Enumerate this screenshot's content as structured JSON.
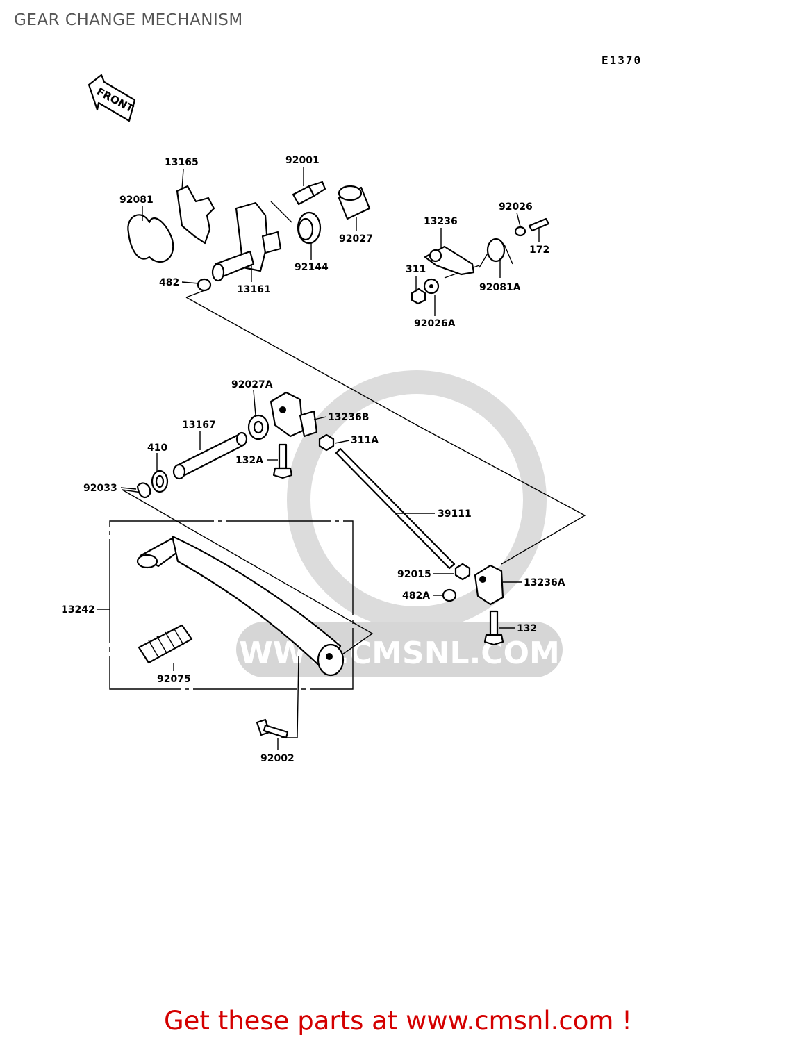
{
  "title": "GEAR CHANGE MECHANISM",
  "diagram_code": "E1370",
  "front_label": "FRONT",
  "watermark": "WWW.CMSNL.COM",
  "footer": "Get these parts at www.cmsnl.com !",
  "parts": [
    {
      "id": "92081"
    },
    {
      "id": "13165"
    },
    {
      "id": "92001"
    },
    {
      "id": "92027"
    },
    {
      "id": "13236"
    },
    {
      "id": "92026"
    },
    {
      "id": "172"
    },
    {
      "id": "311"
    },
    {
      "id": "92081A"
    },
    {
      "id": "92026A"
    },
    {
      "id": "92144"
    },
    {
      "id": "482"
    },
    {
      "id": "13161"
    },
    {
      "id": "92027A"
    },
    {
      "id": "13236B"
    },
    {
      "id": "13167"
    },
    {
      "id": "311A"
    },
    {
      "id": "410"
    },
    {
      "id": "132A"
    },
    {
      "id": "92033"
    },
    {
      "id": "39111"
    },
    {
      "id": "92015"
    },
    {
      "id": "13236A"
    },
    {
      "id": "482A"
    },
    {
      "id": "13242"
    },
    {
      "id": "132"
    },
    {
      "id": "92075"
    },
    {
      "id": "92002"
    }
  ]
}
